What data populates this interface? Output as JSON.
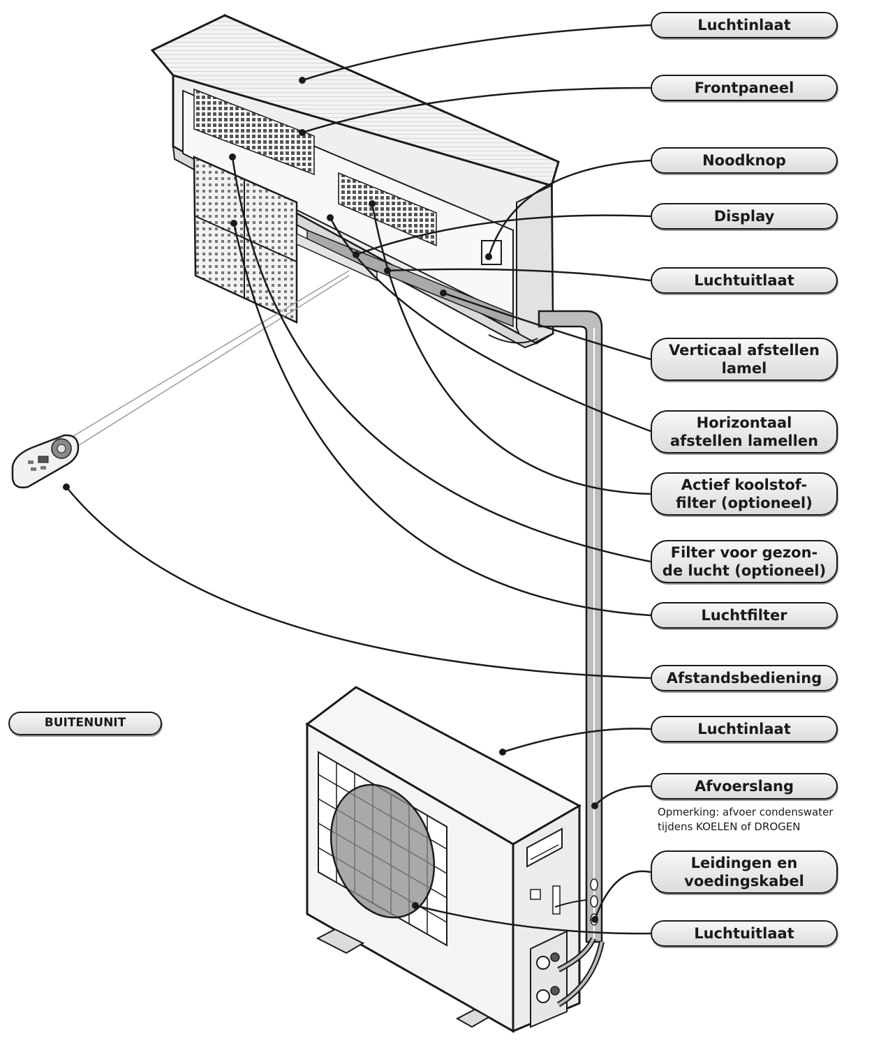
{
  "labels": {
    "luchtinlaat_top": "Luchtinlaat",
    "frontpaneel": "Frontpaneel",
    "noodknop": "Noodknop",
    "display": "Display",
    "luchtuitlaat_top": "Luchtuitlaat",
    "verticaal_1": "Verticaal afstellen",
    "verticaal_2": "lamel",
    "horizontaal_1": "Horizontaal",
    "horizontaal_2": "afstellen lamellen",
    "actief_1": "Actief koolstof-",
    "actief_2": "filter (optioneel)",
    "gezond_1": "Filter voor gezon-",
    "gezond_2": "de lucht (optioneel)",
    "luchtfilter": "Luchtfilter",
    "afstandsbediening": "Afstandsbediening",
    "buitenunit": "BUITENUNIT",
    "luchtinlaat_bottom": "Luchtinlaat",
    "afvoerslang": "Afvoerslang",
    "note_1": "Opmerking: afvoer condenswater",
    "note_2": "tijdens KOELEN of DROGEN",
    "leidingen_1": "Leidingen en",
    "leidingen_2": "voedingskabel",
    "luchtuitlaat_bottom": "Luchtuitlaat"
  },
  "colors": {
    "line": "#1a1a1a",
    "pill_fill": "#e8e8e8",
    "unit_fill": "#f4f4f4",
    "fan_fill": "#8c8c8c",
    "pipe_fill": "#bdbdbd"
  }
}
